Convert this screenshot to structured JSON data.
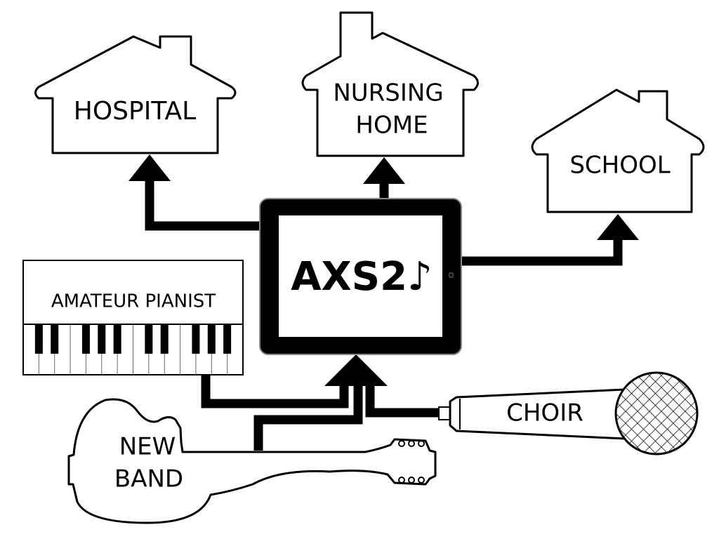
{
  "destinations": {
    "hospital": "HOSPITAL",
    "nursing_line1": "NURSING",
    "nursing_line2": "HOME",
    "school": "SCHOOL"
  },
  "center": {
    "label": "AXS2♪"
  },
  "sources": {
    "pianist": "AMATEUR PIANIST",
    "band_line1": "NEW",
    "band_line2": "BAND",
    "choir": "CHOIR"
  }
}
